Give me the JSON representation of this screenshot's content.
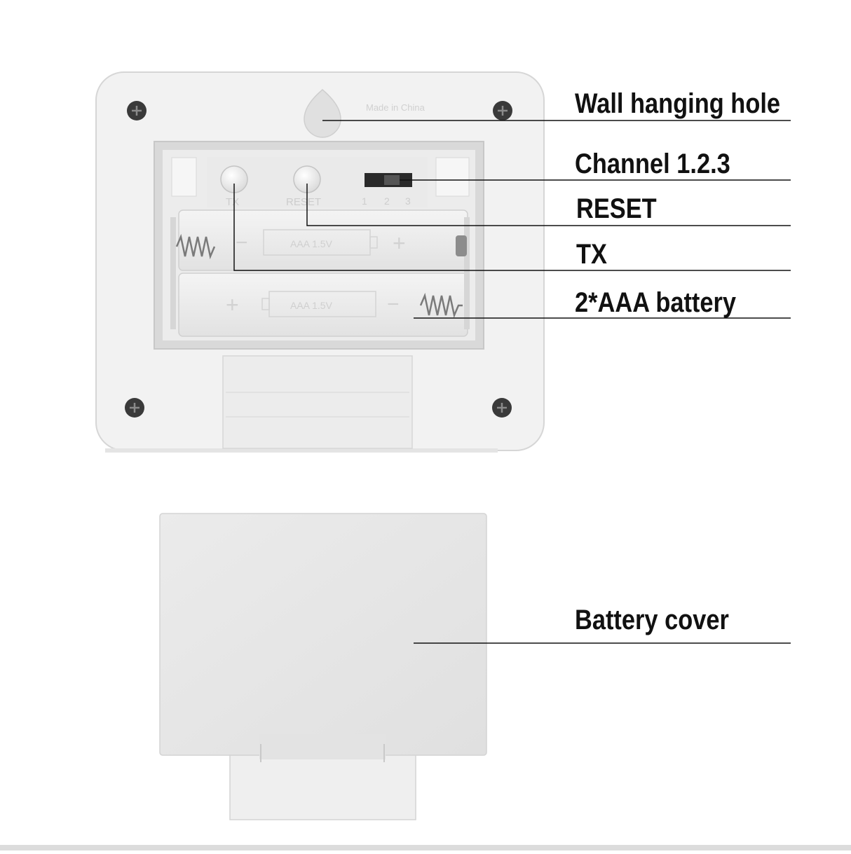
{
  "device_print": {
    "made_in": "Made in China",
    "tx": "TX",
    "reset": "RESET",
    "ch1": "1",
    "ch2": "2",
    "ch3": "3",
    "battery_top": "AAA 1.5V",
    "battery_bottom": "AAA 1.5V",
    "minus": "−",
    "plus": "+"
  },
  "callouts": [
    {
      "id": "wall-hanging-hole",
      "label": "Wall hanging hole"
    },
    {
      "id": "channel",
      "label": "Channel 1.2.3"
    },
    {
      "id": "reset",
      "label": "RESET"
    },
    {
      "id": "tx",
      "label": "TX"
    },
    {
      "id": "battery",
      "label": "2*AAA battery"
    },
    {
      "id": "battery-cover",
      "label": "Battery cover"
    }
  ],
  "colors": {
    "housing": "#f1f1f1",
    "compartment": "#dedede",
    "cover": "#e6e6e6",
    "line": "#111111",
    "screw": "#3a3a3a"
  }
}
